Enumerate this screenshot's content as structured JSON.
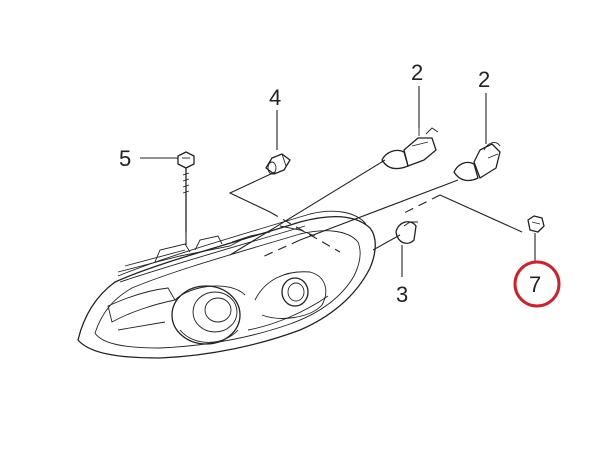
{
  "callouts": {
    "c2a": "2",
    "c2b": "2",
    "c3": "3",
    "c4": "4",
    "c5": "5",
    "c7": "7"
  },
  "highlight": {
    "callout": "7",
    "color": "#d0202a"
  }
}
